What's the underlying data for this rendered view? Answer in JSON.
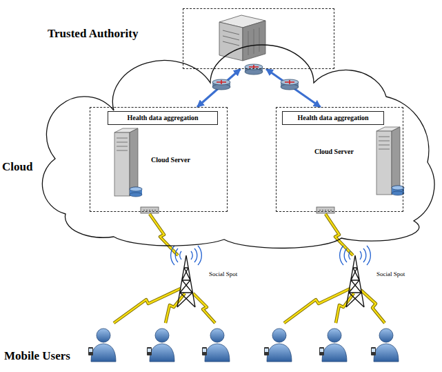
{
  "diagram": {
    "nodes": [
      {
        "text": [
          "Trusted Authority"
        ]
      },
      {
        "text": [
          "Cloud"
        ]
      },
      {
        "text": [
          "Cloud Server"
        ],
        "in": 1
      },
      {
        "text": [
          "Health data aggregation"
        ],
        "in": 2
      },
      {
        "text": [
          "Cloud Server"
        ],
        "in": 1
      },
      {
        "text": [
          "Health data aggregation"
        ],
        "in": 4
      }
    ],
    "edges": [
      {
        "from": 0,
        "to": 2,
        "arrow": "both"
      },
      {
        "from": 0,
        "to": 4,
        "arrow": "both"
      }
    ],
    "labels": [
      "Social Spot",
      "Social Spot",
      "Mobile Users"
    ]
  }
}
